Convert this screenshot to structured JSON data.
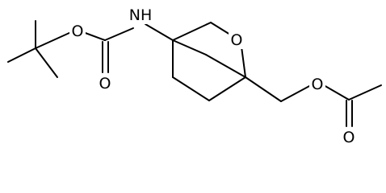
{
  "molecule": {
    "atoms": {
      "nh": "NH",
      "o_carbamate_ester": "O",
      "o_carbamate_carbonyl": "O",
      "o_ring": "O",
      "o_acetate_ester": "O",
      "o_acetate_carbonyl": "O"
    }
  }
}
